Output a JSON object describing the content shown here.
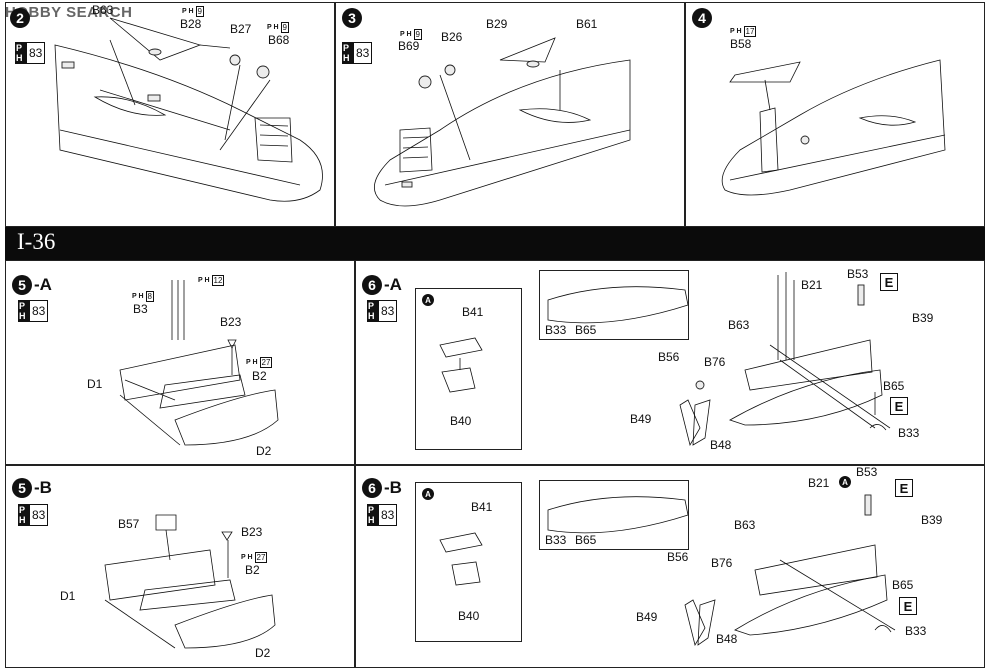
{
  "watermark": "HOBBY SEARCH",
  "section_title": "I-36",
  "badge_prefix": "P H",
  "panels": {
    "p2": {
      "step": "2",
      "badge": "83",
      "labels": {
        "b28": "B28",
        "b27": "B27",
        "b68": "B68",
        "b63": "B63"
      },
      "refs": {
        "r1": "9",
        "r2": "9"
      }
    },
    "p3": {
      "step": "3",
      "badge": "83",
      "labels": {
        "b69": "B69",
        "b26": "B26",
        "b29": "B29",
        "b61": "B61"
      },
      "refs": {
        "r1": "9"
      }
    },
    "p4": {
      "step": "4",
      "labels": {
        "b58": "B58"
      },
      "refs": {
        "r1": "17"
      }
    },
    "p5a": {
      "step": "5",
      "suffix": "-A",
      "badge": "83",
      "labels": {
        "b3": "B3",
        "b23": "B23",
        "b2": "B2",
        "d1": "D1",
        "d2": "D2"
      },
      "refs": {
        "r1": "8",
        "r2": "12",
        "r3": "27"
      }
    },
    "p5b": {
      "step": "5",
      "suffix": "-B",
      "badge": "83",
      "labels": {
        "b57": "B57",
        "b23": "B23",
        "b2": "B2",
        "d1": "D1",
        "d2": "D2"
      },
      "refs": {
        "r1": "27"
      }
    },
    "p6a": {
      "step": "6",
      "suffix": "-A",
      "badge": "83",
      "sub": "A",
      "eicon": "E",
      "labels": {
        "b41": "B41",
        "b40": "B40",
        "b33a": "B33",
        "b65a": "B65",
        "b21": "B21",
        "b53": "B53",
        "b63": "B63",
        "b39": "B39",
        "b56": "B56",
        "b76": "B76",
        "b49": "B49",
        "b48": "B48",
        "b65": "B65",
        "b33": "B33"
      }
    },
    "p6b": {
      "step": "6",
      "suffix": "-B",
      "badge": "83",
      "sub": "A",
      "eicon": "E",
      "labels": {
        "b41": "B41",
        "b40": "B40",
        "b33a": "B33",
        "b65a": "B65",
        "b21": "B21",
        "b53": "B53",
        "b63": "B63",
        "b39": "B39",
        "b56": "B56",
        "b76": "B76",
        "b49": "B49",
        "b48": "B48",
        "b65": "B65",
        "b33": "B33"
      }
    }
  }
}
